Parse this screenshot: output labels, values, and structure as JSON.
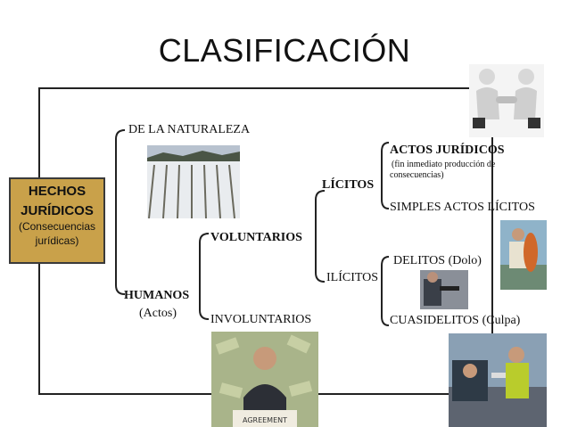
{
  "title": "CLASIFICACIÓN",
  "root": {
    "label": "HECHOS JURÍDICOS",
    "line1": "HECHOS",
    "line2": "JURÍDICOS",
    "note1": "(Consecuencias",
    "note2": "jurídicas)"
  },
  "level1": {
    "naturaleza": "DE LA NATURALEZA",
    "humanos": "HUMANOS",
    "humanos_note": "(Actos)"
  },
  "level2": {
    "voluntarios": "VOLUNTARIOS",
    "involuntarios": "INVOLUNTARIOS"
  },
  "level3": {
    "licitos": "LÍCITOS",
    "ilicitos": "ILÍCITOS"
  },
  "level4": {
    "actos_juridicos": "ACTOS JURÍDICOS",
    "actos_note1": "(fin inmediato producción de",
    "actos_note2": "consecuencias)",
    "simples": "SIMPLES ACTOS LÍCITOS",
    "delitos": "DELITOS (Dolo)",
    "cuasidelitos": "CUASIDELITOS (Culpa)"
  },
  "colors": {
    "root_box": "#c9a14a",
    "line": "#222222"
  }
}
